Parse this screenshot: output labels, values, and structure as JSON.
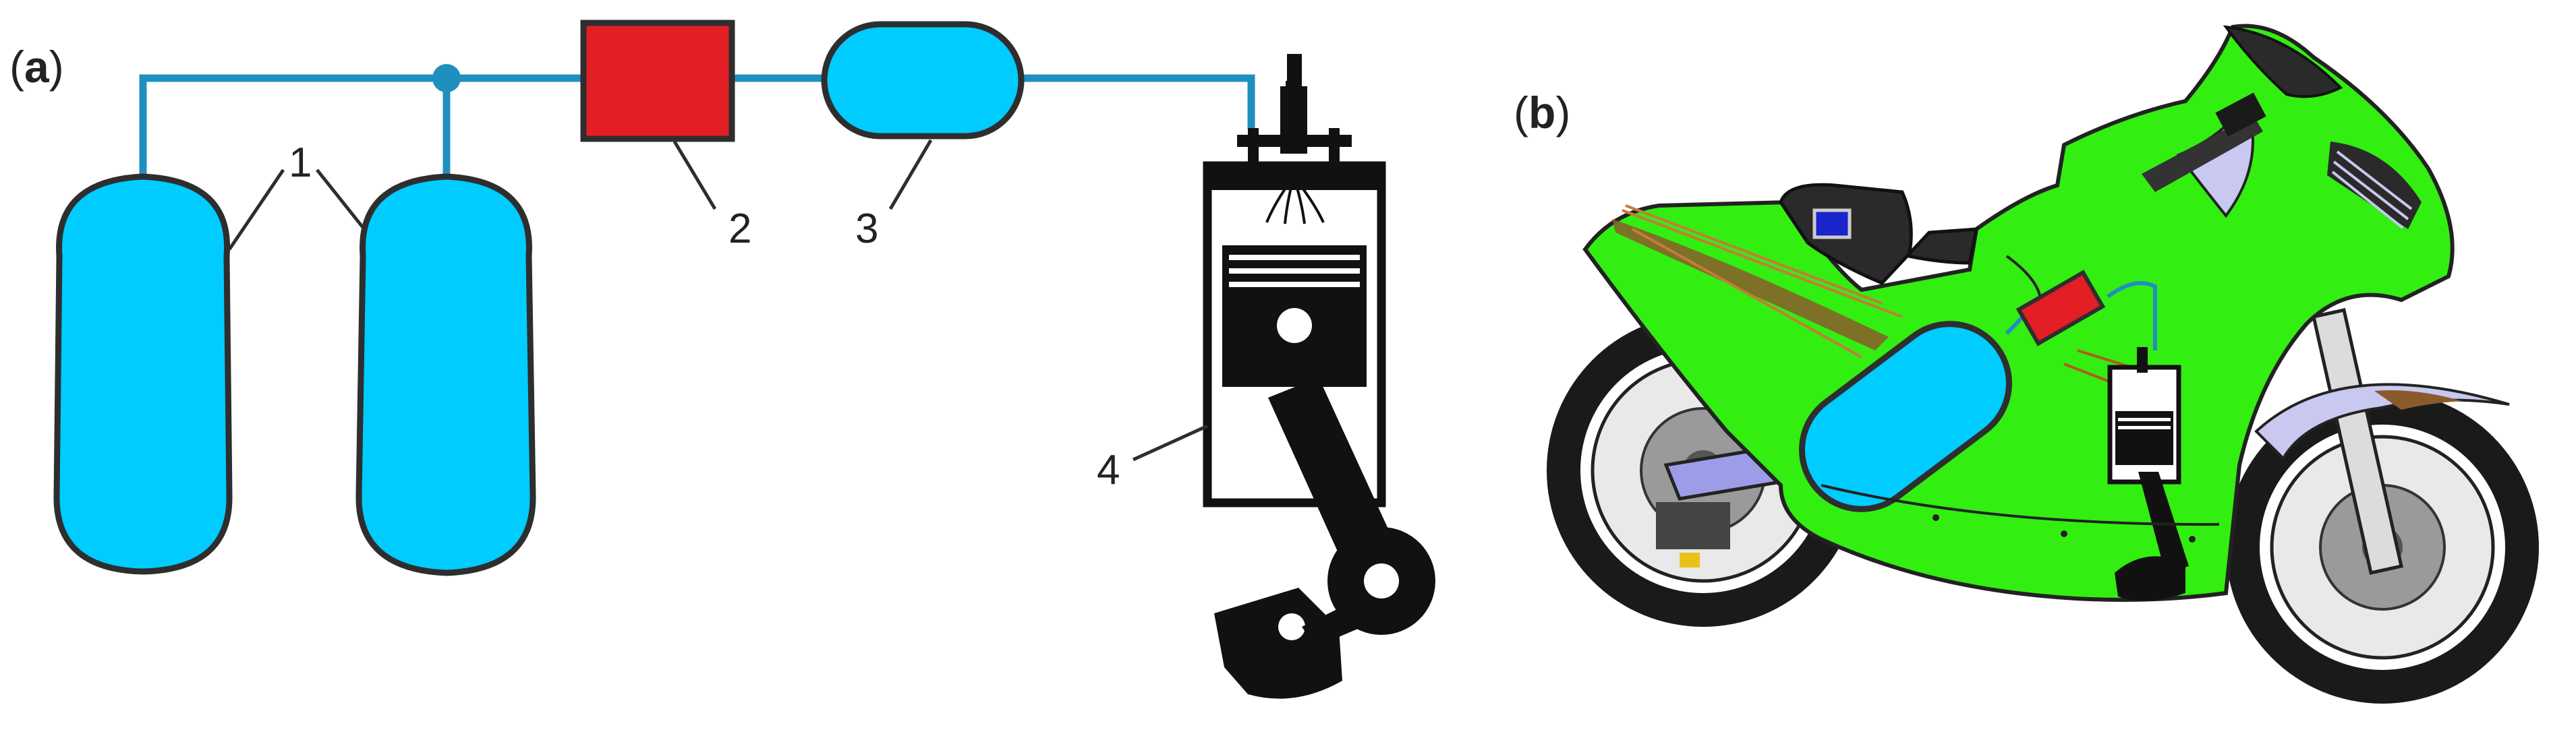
{
  "panels": {
    "a": {
      "label_open": "(",
      "label_letter": "a",
      "label_close": ")",
      "callouts": {
        "cylinders": "1",
        "reducer": "2",
        "buffer_tank": "3",
        "engine": "4"
      }
    },
    "b": {
      "label_open": "(",
      "label_letter": "b",
      "label_close": ")"
    }
  },
  "colors": {
    "tank_fill": "#00ccff",
    "pipe": "#1f8fbf",
    "reducer_fill": "#e31e24",
    "outline": "#2e2e2e",
    "engine": "#111111",
    "bike_body": "#33ee11",
    "bike_trim": "#c8c8f0",
    "tire": "#1a1a1a",
    "rim": "#ffffff",
    "brake_disc": "#9a9a9a",
    "dash_screen": "#1a24cc",
    "streak": "#8b5a2b"
  },
  "icons": {
    "cylinder": "gas-cylinder-icon",
    "reducer": "pressure-reducer-icon",
    "tank": "buffer-tank-icon",
    "engine": "piston-engine-icon",
    "motorcycle": "motorcycle-icon"
  }
}
